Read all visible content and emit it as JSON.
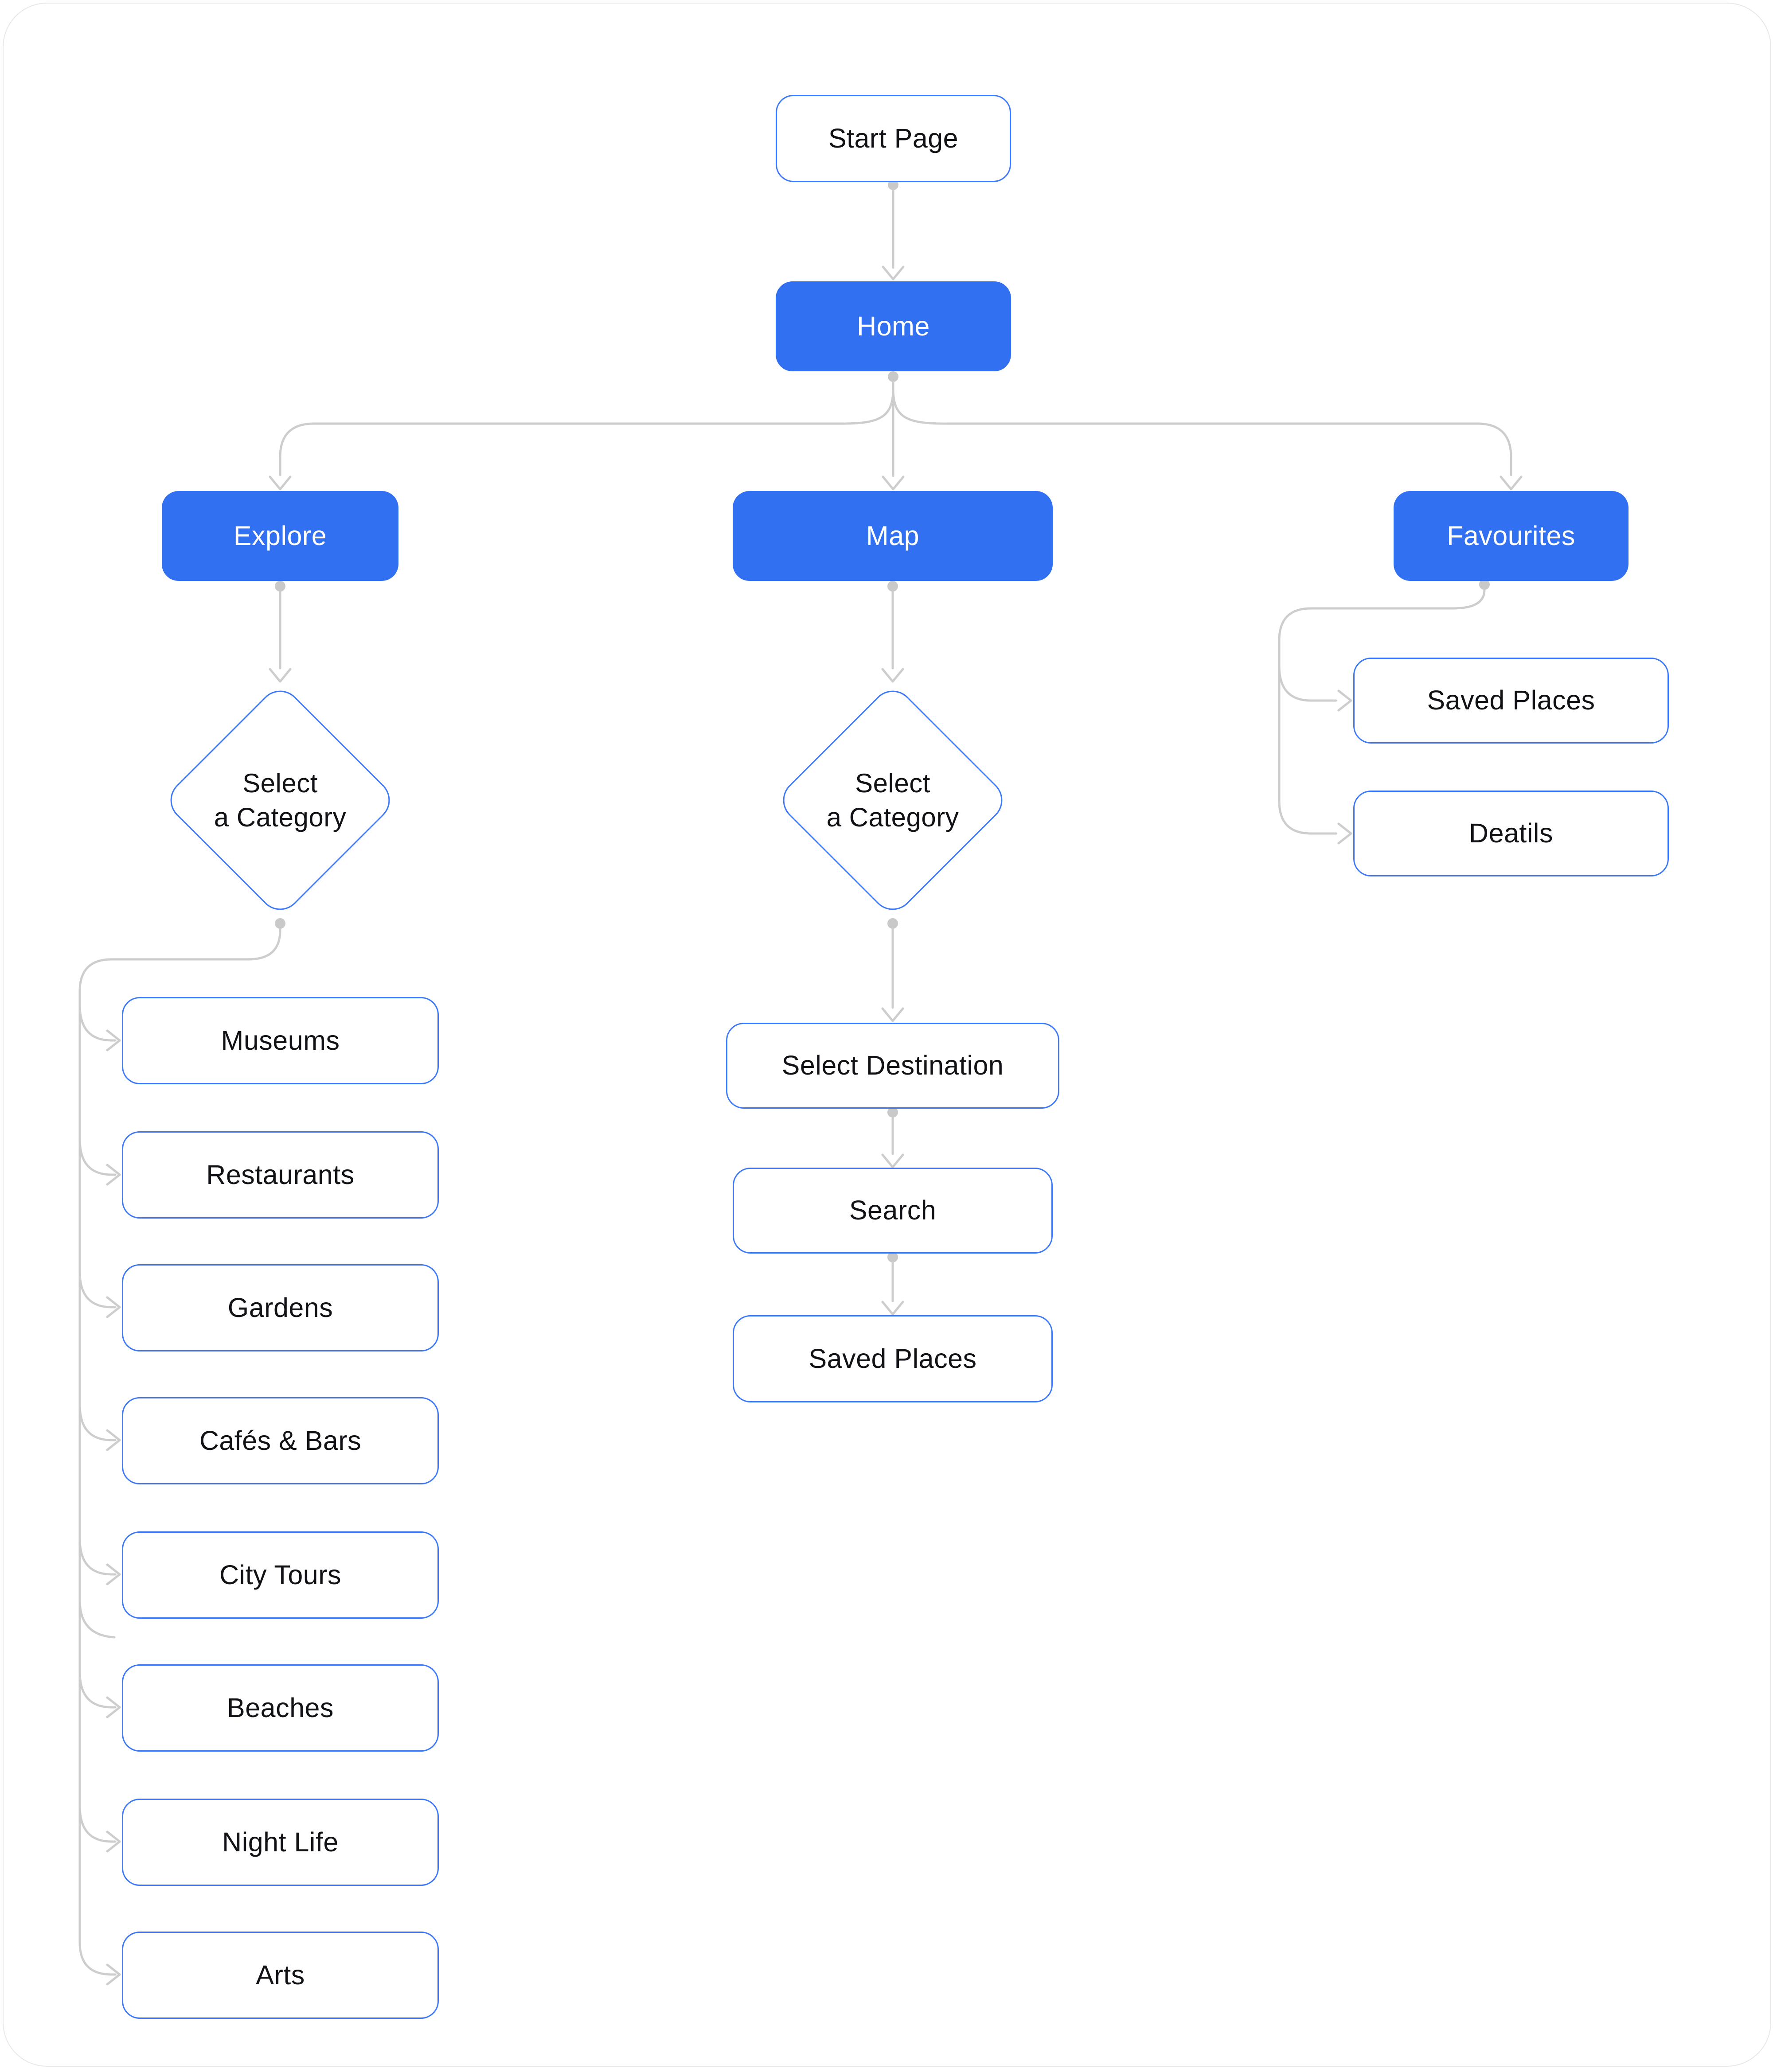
{
  "colors": {
    "primary_blue_fill": "#3170F1",
    "outline_blue": "#3D79F6",
    "connector_gray": "#CDCDCD",
    "dot_gray": "#C9C9C9",
    "text_dark": "#101216",
    "text_on_blue": "#FFFFFF",
    "card_border": "#E8E8EC",
    "canvas_bg": "#FFFFFF"
  },
  "nodes": {
    "start": {
      "label": "Start Page"
    },
    "home": {
      "label": "Home"
    },
    "explore": {
      "label": "Explore"
    },
    "map": {
      "label": "Map"
    },
    "favourites": {
      "label": "Favourites"
    },
    "explore_decision": {
      "label_line1": "Select",
      "label_line2": "a Category"
    },
    "map_decision": {
      "label_line1": "Select",
      "label_line2": "a Category"
    },
    "fav_saved_places": {
      "label": "Saved Places"
    },
    "fav_details": {
      "label": "Deatils"
    },
    "map_select_destination": {
      "label": "Select Destination"
    },
    "map_search": {
      "label": "Search"
    },
    "map_saved_places": {
      "label": "Saved Places"
    },
    "explore_categories": [
      "Museums",
      "Restaurants",
      "Gardens",
      "Cafés  & Bars",
      "City Tours",
      "Beaches",
      "Night Life",
      "Arts"
    ]
  }
}
